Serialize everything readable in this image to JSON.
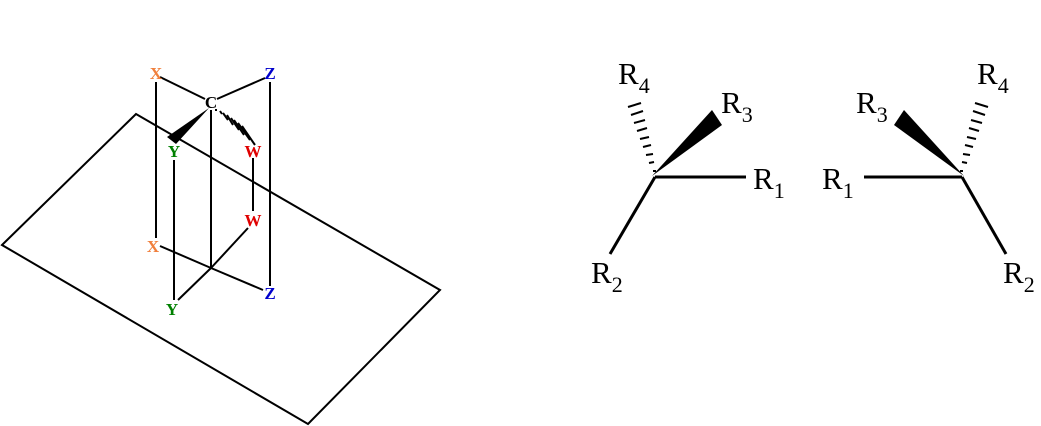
{
  "colors": {
    "x": "#f07f3c",
    "y": "#008000",
    "z": "#0000cc",
    "w": "#e00000",
    "c": "#000000",
    "line": "#000000",
    "background": "#ffffff"
  },
  "projection": {
    "center": "C",
    "top": {
      "x": "X",
      "z": "Z",
      "y": "Y",
      "w": "W"
    },
    "reflected": {
      "x": "X",
      "w": "W",
      "y": "Y",
      "z": "Z"
    }
  },
  "mol_left": {
    "r4": {
      "base": "R",
      "sub": "4"
    },
    "r3": {
      "base": "R",
      "sub": "3"
    },
    "r1": {
      "base": "R",
      "sub": "1"
    },
    "r2": {
      "base": "R",
      "sub": "2"
    }
  },
  "mol_right": {
    "r3": {
      "base": "R",
      "sub": "3"
    },
    "r4": {
      "base": "R",
      "sub": "4"
    },
    "r1": {
      "base": "R",
      "sub": "1"
    },
    "r2": {
      "base": "R",
      "sub": "2"
    }
  }
}
